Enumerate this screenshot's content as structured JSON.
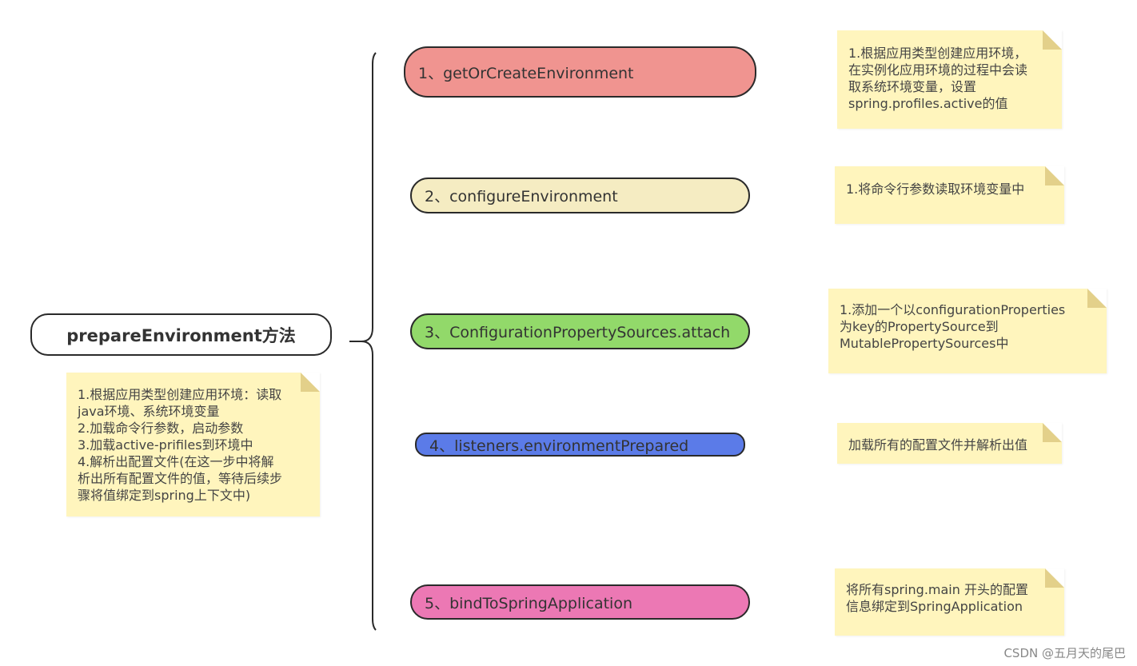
{
  "root": {
    "label": "prepareEnvironment方法",
    "note": "1.根据应用类型创建应用环境：读取\njava环境、系统环境变量\n2.加载命令行参数，启动参数\n3.加载active-prifiles到环境中\n4.解析出配置文件(在这一步中将解\n析出所有配置文件的值，等待后续步\n骤将值绑定到spring上下文中)"
  },
  "steps": [
    {
      "label": "1、getOrCreateEnvironment",
      "color": "#f09490",
      "note": "1.根据应用类型创建应用环境，\n在实例化应用环境的过程中会读\n取系统环境变量，设置\nspring.profiles.active的值"
    },
    {
      "label": "2、configureEnvironment",
      "color": "#f5ecc2",
      "note": "1.将命令行参数读取环境变量中"
    },
    {
      "label": "3、ConfigurationPropertySources.attach",
      "color": "#92d96a",
      "note": "1.添加一个以configurationProperties\n为key的PropertySource到\nMutablePropertySources中"
    },
    {
      "label": "4、listeners.environmentPrepared",
      "color": "#5b7be8",
      "note": "加载所有的配置文件并解析出值"
    },
    {
      "label": "5、bindToSpringApplication",
      "color": "#ec78b4",
      "note": "将所有spring.main 开头的配置\n信息绑定到SpringApplication"
    }
  ],
  "watermark": "CSDN @五月天的尾巴"
}
